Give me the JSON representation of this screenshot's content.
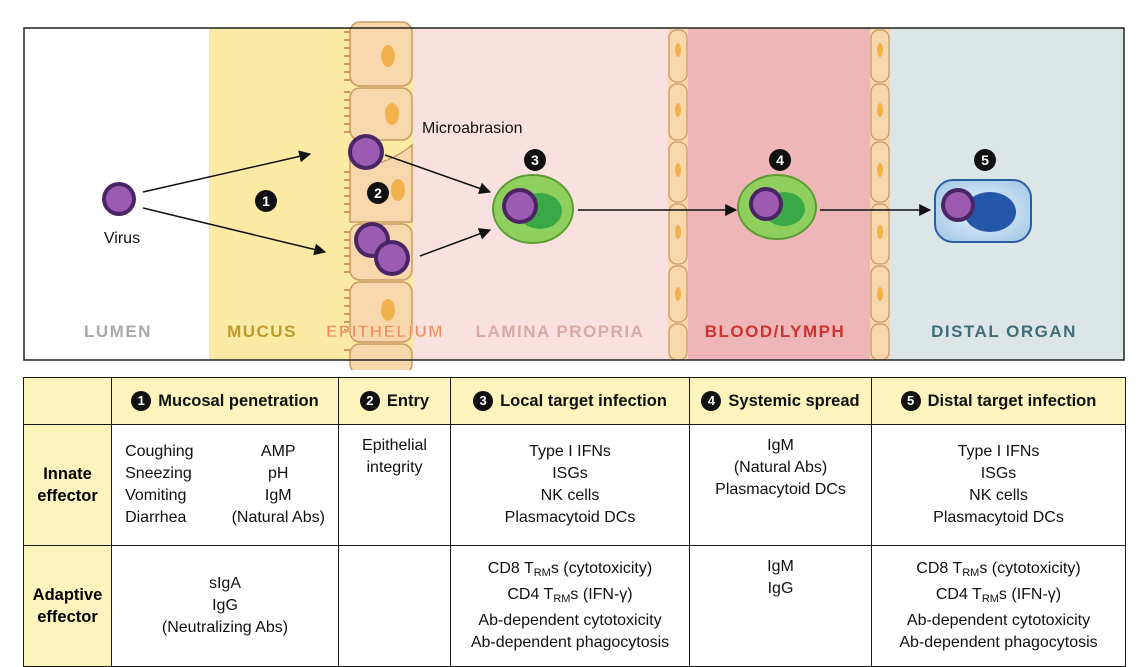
{
  "zones": {
    "lumen": "LUMEN",
    "mucus": "MUCUS",
    "epithelium": "EPITHELIUM",
    "lamina": "LAMINA PROPRIA",
    "blood": "BLOOD/LYMPH",
    "distal": "DISTAL ORGAN"
  },
  "colors": {
    "mucus": "#fbeaa3",
    "epithelium_cell": "#f8d7ad",
    "lamina": "#f8e1df",
    "blood": "#eeb6b6",
    "distal": "#dce6e6",
    "lumen_label": "#a9a9a9",
    "mucus_label": "#c19a2e",
    "epithelium_label": "#f28a6a",
    "lamina_label": "#d9aaa6",
    "blood_label": "#cc3333",
    "distal_label": "#3f6d7a",
    "virus": "#9b5bb0",
    "virus_ring": "#4b2466",
    "cell_green": "#8fcf5e",
    "distal_cell": "#2457a8"
  },
  "labels": {
    "virus": "Virus",
    "microabrasion": "Microabrasion"
  },
  "step_numbers": [
    "1",
    "2",
    "3",
    "4",
    "5"
  ],
  "table": {
    "headers": [
      {
        "num": "1",
        "text": "Mucosal penetration"
      },
      {
        "num": "2",
        "text": "Entry"
      },
      {
        "num": "3",
        "text": "Local target infection"
      },
      {
        "num": "4",
        "text": "Systemic spread"
      },
      {
        "num": "5",
        "text": "Distal target infection"
      }
    ],
    "innate": {
      "label_line1": "Innate",
      "label_line2": "effector",
      "mucosal_col1": [
        "Coughing",
        "Sneezing",
        "Vomiting",
        "Diarrhea"
      ],
      "mucosal_col2": [
        "AMP",
        "pH",
        "IgM",
        "(Natural Abs)"
      ],
      "entry": [
        "Epithelial",
        "integrity"
      ],
      "local": [
        "Type I IFNs",
        "ISGs",
        "NK cells",
        "Plasmacytoid DCs"
      ],
      "systemic": [
        "IgM",
        "(Natural Abs)",
        "Plasmacytoid DCs"
      ],
      "distal": [
        "Type I IFNs",
        "ISGs",
        "NK cells",
        "Plasmacytoid DCs"
      ]
    },
    "adaptive": {
      "label_line1": "Adaptive",
      "label_line2": "effector",
      "mucosal": [
        "sIgA",
        "IgG",
        "(Neutralizing Abs)"
      ],
      "entry": [],
      "local": {
        "cd8_pre": "CD8 T",
        "cd8_sub": "RM",
        "cd8_post": "s (cytotoxicity)",
        "cd4_pre": "CD4 T",
        "cd4_sub": "RM",
        "cd4_post": "s (IFN-γ)",
        "line3": "Ab-dependent cytotoxicity",
        "line4": "Ab-dependent phagocytosis"
      },
      "systemic": [
        "IgM",
        "IgG"
      ],
      "distal": {
        "cd8_pre": "CD8 T",
        "cd8_sub": "RM",
        "cd8_post": "s (cytotoxicity)",
        "cd4_pre": "CD4 T",
        "cd4_sub": "RM",
        "cd4_post": "s (IFN-γ)",
        "line3": "Ab-dependent cytotoxicity",
        "line4": "Ab-dependent phagocytosis"
      }
    }
  }
}
